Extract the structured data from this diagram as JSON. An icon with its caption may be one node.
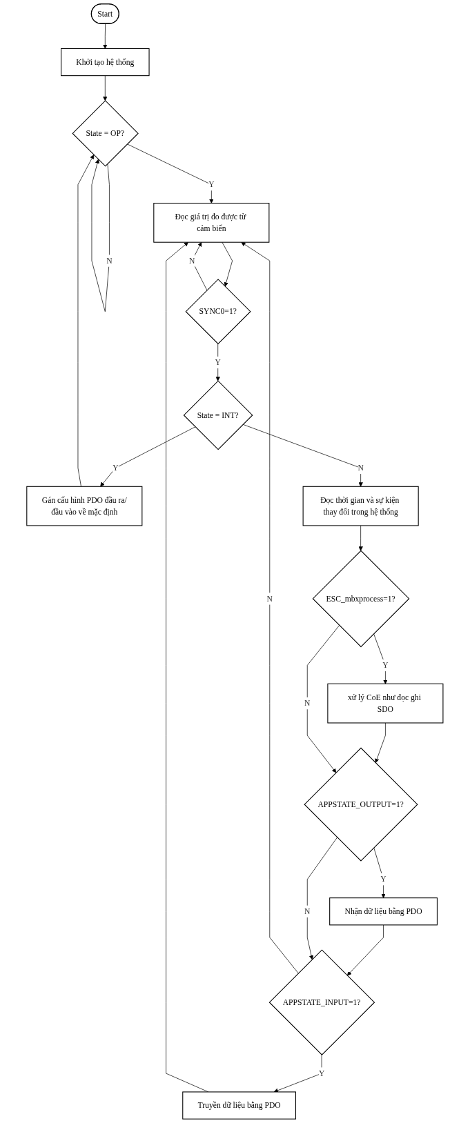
{
  "diagram": {
    "nodes": [
      {
        "text": [
          "Start"
        ]
      },
      {
        "text": [
          "Khởi tạo hệ thống"
        ]
      },
      {
        "text": [
          "State = OP?"
        ]
      },
      {
        "text": [
          "Đọc giá trị đo được từ cảm biến"
        ]
      },
      {
        "text": [
          "SYNC0=1?"
        ]
      },
      {
        "text": [
          "State = INT?"
        ]
      },
      {
        "text": [
          "Gán cấu hình PDO đầu ra/đầu vào về mặc định"
        ]
      },
      {
        "text": [
          "Đọc thời gian và sự kiện thay đổi trong hệ thống"
        ]
      },
      {
        "text": [
          "ESC_mbxprocess=1?"
        ]
      },
      {
        "text": [
          "xử lý CoE như đọc ghi SDO"
        ]
      },
      {
        "text": [
          "APPSTATE_OUTPUT=1?"
        ]
      },
      {
        "text": [
          "Nhận dữ liệu bằng PDO"
        ]
      },
      {
        "text": [
          "APPSTATE_INPUT=1?"
        ]
      },
      {
        "text": [
          "Truyền dữ liệu bằng PDO"
        ]
      }
    ],
    "edges": [
      {
        "from": 0,
        "to": 1,
        "arrow": "to"
      },
      {
        "from": 1,
        "to": 2,
        "arrow": "to"
      },
      {
        "from": 2,
        "to": 2,
        "label": "N",
        "arrow": "to"
      },
      {
        "from": 2,
        "to": 3,
        "label": "Y",
        "arrow": "to"
      },
      {
        "from": 3,
        "to": 4,
        "arrow": "to"
      },
      {
        "from": 4,
        "to": 3,
        "label": "N",
        "arrow": "to"
      },
      {
        "from": 4,
        "to": 5,
        "label": "Y",
        "arrow": "to"
      },
      {
        "from": 5,
        "to": 6,
        "label": "Y",
        "arrow": "to"
      },
      {
        "from": 6,
        "to": 2,
        "arrow": "to"
      },
      {
        "from": 5,
        "to": 7,
        "label": "N",
        "arrow": "to"
      },
      {
        "from": 7,
        "to": 8,
        "arrow": "to"
      },
      {
        "from": 8,
        "to": 9,
        "label": "Y",
        "arrow": "to"
      },
      {
        "from": 9,
        "to": 10,
        "arrow": "to"
      },
      {
        "from": 8,
        "to": 10,
        "label": "N",
        "arrow": "to"
      },
      {
        "from": 10,
        "to": 11,
        "label": "Y",
        "arrow": "to"
      },
      {
        "from": 11,
        "to": 12,
        "arrow": "to"
      },
      {
        "from": 10,
        "to": 12,
        "label": "N",
        "arrow": "to"
      },
      {
        "from": 12,
        "to": 13,
        "label": "Y",
        "arrow": "to"
      },
      {
        "from": 13,
        "to": 3,
        "arrow": "to"
      },
      {
        "from": 12,
        "to": 3,
        "label": "N",
        "arrow": "to"
      }
    ]
  }
}
